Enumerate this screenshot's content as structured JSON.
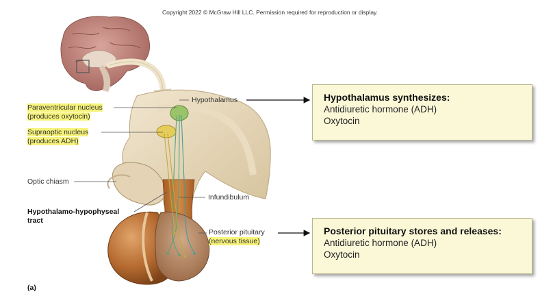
{
  "copyright": "Copyright 2022 © McGraw Hill LLC. Permission required for reproduction or display.",
  "labels": {
    "hypothalamus": "Hypothalamus",
    "paraventricular_line1": "Paraventricular nucleus",
    "paraventricular_line2": "(produces oxytocin)",
    "supraoptic_line1": "Supraoptic nucleus",
    "supraoptic_line2": "(produces ADH)",
    "optic_chiasm": "Optic chiasm",
    "infundibulum": "Infundibulum",
    "tract_line1": "Hypothalamo-hypophyseal",
    "tract_line2": "tract",
    "posterior_line1": "Posterior pituitary",
    "posterior_line2": "(nervous tissue)"
  },
  "boxes": {
    "top": {
      "title": "Hypothalamus synthesizes:",
      "lines": [
        "Antidiuretic hormone (ADH)",
        "Oxytocin"
      ]
    },
    "bottom": {
      "title": "Posterior pituitary stores and releases:",
      "lines": [
        "Antidiuretic hormone (ADH)",
        "Oxytocin"
      ]
    }
  },
  "figure_label": "(a)",
  "colors": {
    "highlight": "#f6f37a",
    "box_fill": "#fbf8d8",
    "tissue": "#e9dcc2",
    "pituitary": "#b86a2f",
    "paraventricular_nucleus": "#9bc46a",
    "supraoptic_nucleus": "#e6cc5a"
  }
}
